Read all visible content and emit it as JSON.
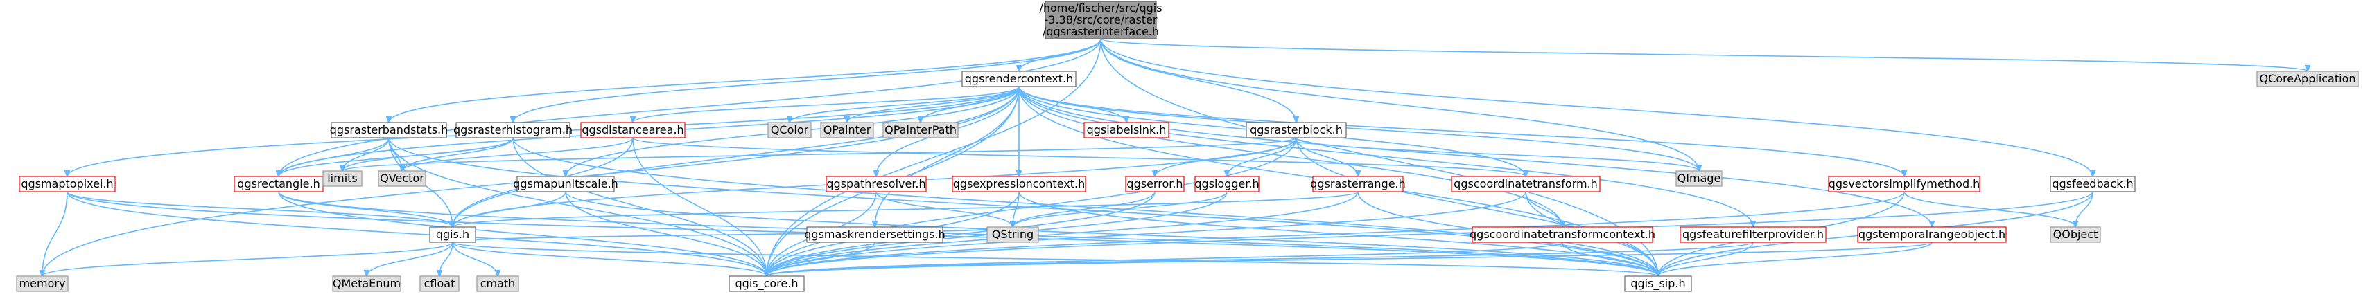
{
  "colors": {
    "edge": "#63b8ff",
    "root_fill": "#999999",
    "root_border": "#666666",
    "normal_fill": "#ffffff",
    "normal_border": "#666666",
    "highlight_border": "#ff0000",
    "external_fill": "#e0e0e0",
    "external_border": "#999999"
  },
  "nodes": [
    {
      "id": "root",
      "kind": "root",
      "lines": [
        "/home/fischer/src/qgis",
        "-3.38/src/core/raster",
        "/qgsrasterinterface.h"
      ]
    },
    {
      "id": "qgsrendercontext",
      "kind": "normal",
      "lines": [
        "qgsrendercontext.h"
      ]
    },
    {
      "id": "qcoreapplication",
      "kind": "external",
      "lines": [
        "QCoreApplication"
      ]
    },
    {
      "id": "qgsrasterbandstats",
      "kind": "normal",
      "lines": [
        "qgsrasterbandstats.h"
      ]
    },
    {
      "id": "qgsrasterhistogram",
      "kind": "normal",
      "lines": [
        "qgsrasterhistogram.h"
      ]
    },
    {
      "id": "qgsdistancearea",
      "kind": "highlight",
      "lines": [
        "qgsdistancearea.h"
      ]
    },
    {
      "id": "qcolor",
      "kind": "external",
      "lines": [
        "QColor"
      ]
    },
    {
      "id": "qpainter",
      "kind": "external",
      "lines": [
        "QPainter"
      ]
    },
    {
      "id": "qpainterpath",
      "kind": "external",
      "lines": [
        "QPainterPath"
      ]
    },
    {
      "id": "qgslabelsink",
      "kind": "highlight",
      "lines": [
        "qgslabelsink.h"
      ]
    },
    {
      "id": "qgsrasterblock",
      "kind": "normal",
      "lines": [
        "qgsrasterblock.h"
      ]
    },
    {
      "id": "qgsmaptopixel",
      "kind": "highlight",
      "lines": [
        "qgsmaptopixel.h"
      ]
    },
    {
      "id": "qgsrectangle",
      "kind": "highlight",
      "lines": [
        "qgsrectangle.h"
      ]
    },
    {
      "id": "limits",
      "kind": "external",
      "lines": [
        "limits"
      ]
    },
    {
      "id": "qvector",
      "kind": "external",
      "lines": [
        "QVector"
      ]
    },
    {
      "id": "qgsmapunitscale",
      "kind": "normal",
      "lines": [
        "qgsmapunitscale.h"
      ]
    },
    {
      "id": "qgspathresolver",
      "kind": "highlight",
      "lines": [
        "qgspathresolver.h"
      ]
    },
    {
      "id": "qgsexpressioncontext",
      "kind": "highlight",
      "lines": [
        "qgsexpressioncontext.h"
      ]
    },
    {
      "id": "qgserror",
      "kind": "highlight",
      "lines": [
        "qgserror.h"
      ]
    },
    {
      "id": "qgslogger",
      "kind": "highlight",
      "lines": [
        "qgslogger.h"
      ]
    },
    {
      "id": "qgsrasterrange",
      "kind": "highlight",
      "lines": [
        "qgsrasterrange.h"
      ]
    },
    {
      "id": "qgscoordinatetransform",
      "kind": "highlight",
      "lines": [
        "qgscoordinatetransform.h"
      ]
    },
    {
      "id": "qimage",
      "kind": "external",
      "lines": [
        "QImage"
      ]
    },
    {
      "id": "qgsvectorsimplifymethod",
      "kind": "highlight",
      "lines": [
        "qgsvectorsimplifymethod.h"
      ]
    },
    {
      "id": "qgsfeedback",
      "kind": "normal",
      "lines": [
        "qgsfeedback.h"
      ]
    },
    {
      "id": "qobject",
      "kind": "external",
      "lines": [
        "QObject"
      ]
    },
    {
      "id": "qgs",
      "kind": "normal",
      "lines": [
        "qgis.h"
      ]
    },
    {
      "id": "qgsmaskrendersettings",
      "kind": "normal",
      "lines": [
        "qgsmaskrendersettings.h"
      ]
    },
    {
      "id": "qstring",
      "kind": "external",
      "lines": [
        "QString"
      ]
    },
    {
      "id": "qgscoordinatetransformcontext",
      "kind": "highlight",
      "lines": [
        "qgscoordinatetransformcontext.h"
      ]
    },
    {
      "id": "qgsfeaturefilterprovider",
      "kind": "highlight",
      "lines": [
        "qgsfeaturefilterprovider.h"
      ]
    },
    {
      "id": "qgstemporalrangeobject",
      "kind": "highlight",
      "lines": [
        "qgstemporalrangeobject.h"
      ]
    },
    {
      "id": "memory",
      "kind": "external",
      "lines": [
        "memory"
      ]
    },
    {
      "id": "qmetaenum",
      "kind": "external",
      "lines": [
        "QMetaEnum"
      ]
    },
    {
      "id": "cfloat",
      "kind": "external",
      "lines": [
        "cfloat"
      ]
    },
    {
      "id": "cmath",
      "kind": "external",
      "lines": [
        "cmath"
      ]
    },
    {
      "id": "qgis_core",
      "kind": "normal",
      "lines": [
        "qgis_core.h"
      ]
    },
    {
      "id": "qgis_sip",
      "kind": "normal",
      "lines": [
        "qgis_sip.h"
      ]
    }
  ],
  "edges": [
    [
      "root",
      "qgsrendercontext"
    ],
    [
      "root",
      "qcoreapplication"
    ],
    [
      "root",
      "qgsrasterbandstats"
    ],
    [
      "root",
      "qgsrasterhistogram"
    ],
    [
      "root",
      "qgsrasterblock"
    ],
    [
      "root",
      "qgsfeedback"
    ],
    [
      "root",
      "qgsrectangle"
    ],
    [
      "root",
      "qimage"
    ],
    [
      "root",
      "qgis_core"
    ],
    [
      "root",
      "qgis_sip"
    ],
    [
      "qgsrendercontext",
      "qcolor"
    ],
    [
      "qgsrendercontext",
      "qpainter"
    ],
    [
      "qgsrendercontext",
      "qpainterpath"
    ],
    [
      "qgsrendercontext",
      "qgslabelsink"
    ],
    [
      "qgsrendercontext",
      "qgsdistancearea"
    ],
    [
      "qgsrendercontext",
      "qgsmaptopixel"
    ],
    [
      "qgsrendercontext",
      "qgsmapunitscale"
    ],
    [
      "qgsrendercontext",
      "qgspathresolver"
    ],
    [
      "qgsrendercontext",
      "qgsexpressioncontext"
    ],
    [
      "qgsrendercontext",
      "qgscoordinatetransform"
    ],
    [
      "qgsrendercontext",
      "qgsvectorsimplifymethod"
    ],
    [
      "qgsrendercontext",
      "qgsfeaturefilterprovider"
    ],
    [
      "qgsrendercontext",
      "qgstemporalrangeobject"
    ],
    [
      "qgsrendercontext",
      "qgsmaskrendersettings"
    ],
    [
      "qgsrendercontext",
      "qgscoordinatetransformcontext"
    ],
    [
      "qgsrendercontext",
      "qgsrectangle"
    ],
    [
      "qgsrendercontext",
      "qimage"
    ],
    [
      "qgsrendercontext",
      "memory"
    ],
    [
      "qgsrendercontext",
      "qgis_core"
    ],
    [
      "qgsrendercontext",
      "qgis_sip"
    ],
    [
      "qgsrendercontext",
      "qgs"
    ],
    [
      "qgsrasterbandstats",
      "limits"
    ],
    [
      "qgsrasterbandstats",
      "qvector"
    ],
    [
      "qgsrasterbandstats",
      "qgsrectangle"
    ],
    [
      "qgsrasterbandstats",
      "qgs"
    ],
    [
      "qgsrasterbandstats",
      "qgis_core"
    ],
    [
      "qgsrasterbandstats",
      "qgis_sip"
    ],
    [
      "qgsrasterhistogram",
      "limits"
    ],
    [
      "qgsrasterhistogram",
      "qvector"
    ],
    [
      "qgsrasterhistogram",
      "qgsrectangle"
    ],
    [
      "qgsrasterhistogram",
      "qgis_core"
    ],
    [
      "qgsrasterhistogram",
      "qgis_sip"
    ],
    [
      "qgsdistancearea",
      "qvector"
    ],
    [
      "qgsdistancearea",
      "qgs"
    ],
    [
      "qgsdistancearea",
      "qgis_core"
    ],
    [
      "qgsdistancearea",
      "qgscoordinatetransform"
    ],
    [
      "qgsrasterblock",
      "limits"
    ],
    [
      "qgsrasterblock",
      "qimage"
    ],
    [
      "qgsrasterblock",
      "qgserror"
    ],
    [
      "qgsrasterblock",
      "qgslogger"
    ],
    [
      "qgsrasterblock",
      "qgsrasterrange"
    ],
    [
      "qgsrasterblock",
      "qgs"
    ],
    [
      "qgsrasterblock",
      "qgis_core"
    ],
    [
      "qgsrasterblock",
      "qgis_sip"
    ],
    [
      "qgsmaptopixel",
      "qgs"
    ],
    [
      "qgsmaptopixel",
      "memory"
    ],
    [
      "qgsmaptopixel",
      "qgis_core"
    ],
    [
      "qgsmaptopixel",
      "qgis_sip"
    ],
    [
      "qgsrectangle",
      "qgs"
    ],
    [
      "qgsrectangle",
      "qgis_core"
    ],
    [
      "qgsrectangle",
      "qgis_sip"
    ],
    [
      "qgsmapunitscale",
      "qgs"
    ],
    [
      "qgsmapunitscale",
      "qgis_core"
    ],
    [
      "qgsmapunitscale",
      "qgis_sip"
    ],
    [
      "qgspathresolver",
      "qstring"
    ],
    [
      "qgspathresolver",
      "qgis_core"
    ],
    [
      "qgsexpressioncontext",
      "qstring"
    ],
    [
      "qgsexpressioncontext",
      "qgis_core"
    ],
    [
      "qgsexpressioncontext",
      "qgis_sip"
    ],
    [
      "qgserror",
      "qstring"
    ],
    [
      "qgserror",
      "qgis_core"
    ],
    [
      "qgslogger",
      "qstring"
    ],
    [
      "qgslogger",
      "qgis_core"
    ],
    [
      "qgsrasterrange",
      "qgs"
    ],
    [
      "qgsrasterrange",
      "qgis_core"
    ],
    [
      "qgsrasterrange",
      "qgis_sip"
    ],
    [
      "qgscoordinatetransform",
      "qgscoordinatetransformcontext"
    ],
    [
      "qgscoordinatetransform",
      "qgis_core"
    ],
    [
      "qgscoordinatetransform",
      "qgis_sip"
    ],
    [
      "qgscoordinatetransformcontext",
      "qgis_core"
    ],
    [
      "qgscoordinatetransformcontext",
      "qgis_sip"
    ],
    [
      "qgsvectorsimplifymethod",
      "qobject"
    ],
    [
      "qgsvectorsimplifymethod",
      "qgis_core"
    ],
    [
      "qgsvectorsimplifymethod",
      "qgis_sip"
    ],
    [
      "qgsfeedback",
      "qobject"
    ],
    [
      "qgsfeedback",
      "qgis_core"
    ],
    [
      "qgsfeedback",
      "qgis_sip"
    ],
    [
      "qgsfeaturefilterprovider",
      "qgis_core"
    ],
    [
      "qgsfeaturefilterprovider",
      "qgis_sip"
    ],
    [
      "qgstemporalrangeobject",
      "qgis_core"
    ],
    [
      "qgstemporalrangeobject",
      "qgis_sip"
    ],
    [
      "qgsmaskrendersettings",
      "qgis_core"
    ],
    [
      "qgs",
      "memory"
    ],
    [
      "qgs",
      "qmetaenum"
    ],
    [
      "qgs",
      "cfloat"
    ],
    [
      "qgs",
      "cmath"
    ],
    [
      "qgs",
      "qgis_core"
    ],
    [
      "qgs",
      "qgis_sip"
    ],
    [
      "qgs",
      "qstring"
    ]
  ]
}
